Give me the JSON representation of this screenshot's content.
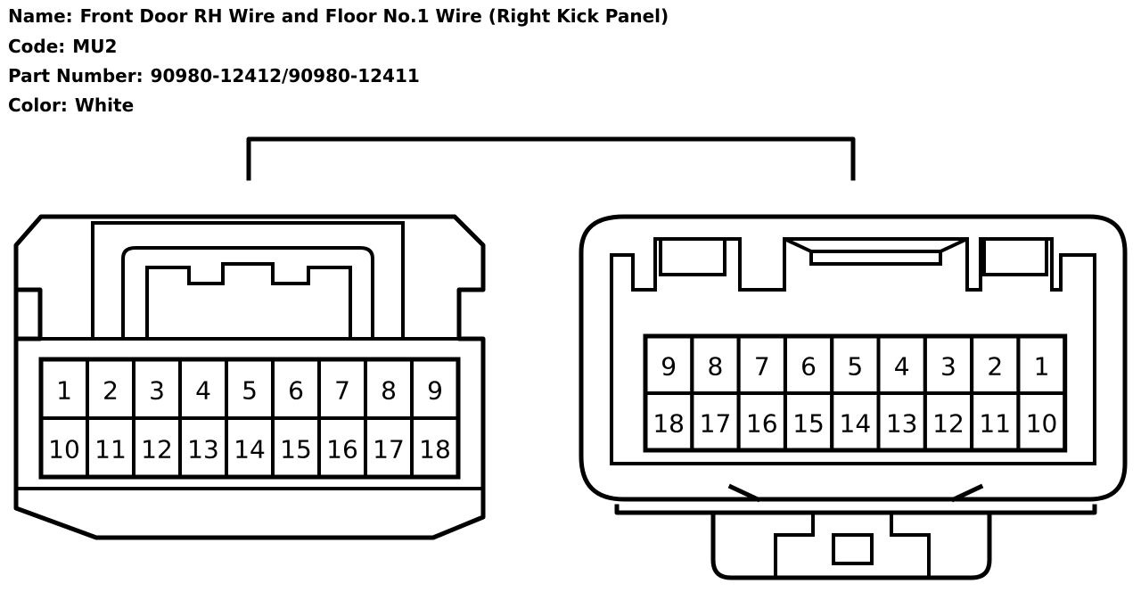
{
  "header": {
    "name_label": "Name:",
    "name_value": "Front Door RH Wire and Floor No.1 Wire (Right Kick Panel)",
    "code_label": "Code:",
    "code_value": "MU2",
    "part_label": "Part Number:",
    "part_value": "90980-12412/90980-12411",
    "color_label": "Color:",
    "color_value": "White"
  },
  "left_connector": {
    "top_row": [
      "1",
      "2",
      "3",
      "4",
      "5",
      "6",
      "7",
      "8",
      "9"
    ],
    "bottom_row": [
      "10",
      "11",
      "12",
      "13",
      "14",
      "15",
      "16",
      "17",
      "18"
    ]
  },
  "right_connector": {
    "top_row": [
      "9",
      "8",
      "7",
      "6",
      "5",
      "4",
      "3",
      "2",
      "1"
    ],
    "bottom_row": [
      "18",
      "17",
      "16",
      "15",
      "14",
      "13",
      "12",
      "11",
      "10"
    ]
  }
}
